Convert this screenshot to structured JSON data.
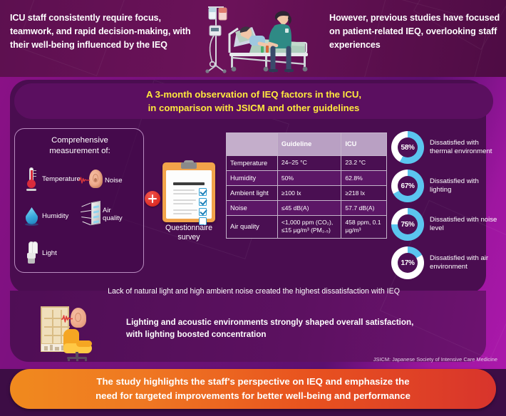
{
  "header": {
    "left_text": "ICU staff consistently require focus, teamwork, and rapid decision-making, with their well-being influenced by the IEQ",
    "right_text": "However, previous studies have focused on patient-related IEQ, overlooking staff experiences",
    "illustration": "hospital-bed-nurse-patient-illustration"
  },
  "subtitle": {
    "line1": "A 3-month observation of IEQ factors in the ICU,",
    "line2": "in comparison with JSICM and other guidelines",
    "color": "#ffe93d"
  },
  "measurement_panel": {
    "title_line1": "Comprehensive",
    "title_line2": "measurement of:",
    "items": [
      {
        "label": "Temperature",
        "icon": "thermometer-icon"
      },
      {
        "label": "Noise",
        "icon": "ear-soundwave-icon"
      },
      {
        "label": "Humidity",
        "icon": "water-drop-icon"
      },
      {
        "label": "Air\nquality",
        "icon": "air-vent-icon"
      },
      {
        "label": "Light",
        "icon": "light-bulb-icon"
      }
    ]
  },
  "questionnaire": {
    "plus_symbol": "+",
    "label_line1": "Questionnaire",
    "label_line2": "survey",
    "icon": "clipboard-checklist-icon",
    "checkboxes": [
      true,
      true,
      true,
      false
    ]
  },
  "table": {
    "columns": [
      "",
      "Guideline",
      "ICU"
    ],
    "rows": [
      {
        "factor": "Temperature",
        "guideline": "24–25 °C",
        "icu": "23.2 °C"
      },
      {
        "factor": "Humidity",
        "guideline": "50%",
        "icu": "62.8%"
      },
      {
        "factor": "Ambient light",
        "guideline": "≥100 lx",
        "icu": "≥218 lx"
      },
      {
        "factor": "Noise",
        "guideline": "≤45 dB(A)",
        "icu": "57.7 dB(A)"
      },
      {
        "factor": "Air quality",
        "guideline": "<1,000 ppm (CO₂), ≤15 µg/m³ (PM₂.₅)",
        "icu": "458 ppm, 0.1 µg/m³"
      }
    ]
  },
  "chart_data": {
    "type": "pie",
    "title": "Staff dissatisfaction with IEQ factors",
    "legend_position": "right",
    "donut_fill_color": "#5bc5ef",
    "donut_track_color": "#ffffff",
    "items": [
      {
        "value": 58,
        "display": "58%",
        "label": "Dissatisfied with thermal environment"
      },
      {
        "value": 67,
        "display": "67%",
        "label": "Dissatisfied with lighting"
      },
      {
        "value": 75,
        "display": "75%",
        "label": "Dissatisfied with noise level"
      },
      {
        "value": 17,
        "display": "17%",
        "label": "Dissatisfied with air environment"
      }
    ]
  },
  "caption": {
    "text": "Lack of natural light and high ambient noise created the highest dissatisfaction with IEQ"
  },
  "lighting_section": {
    "line1": "Lighting and acoustic environments strongly shaped overall satisfaction,",
    "line2": "with lighting boosted concentration",
    "icon": "window-armchair-ear-icon"
  },
  "footnote": {
    "text": "JSICM: Japanese Society of Intensive Care Medicine"
  },
  "bottom_banner": {
    "line1": "The study highlights the staff's perspective on IEQ and emphasize the",
    "line2": "need for targeted improvements for better well-being and performance",
    "gradient_from": "#f08a1e",
    "gradient_to": "#d8342c"
  }
}
